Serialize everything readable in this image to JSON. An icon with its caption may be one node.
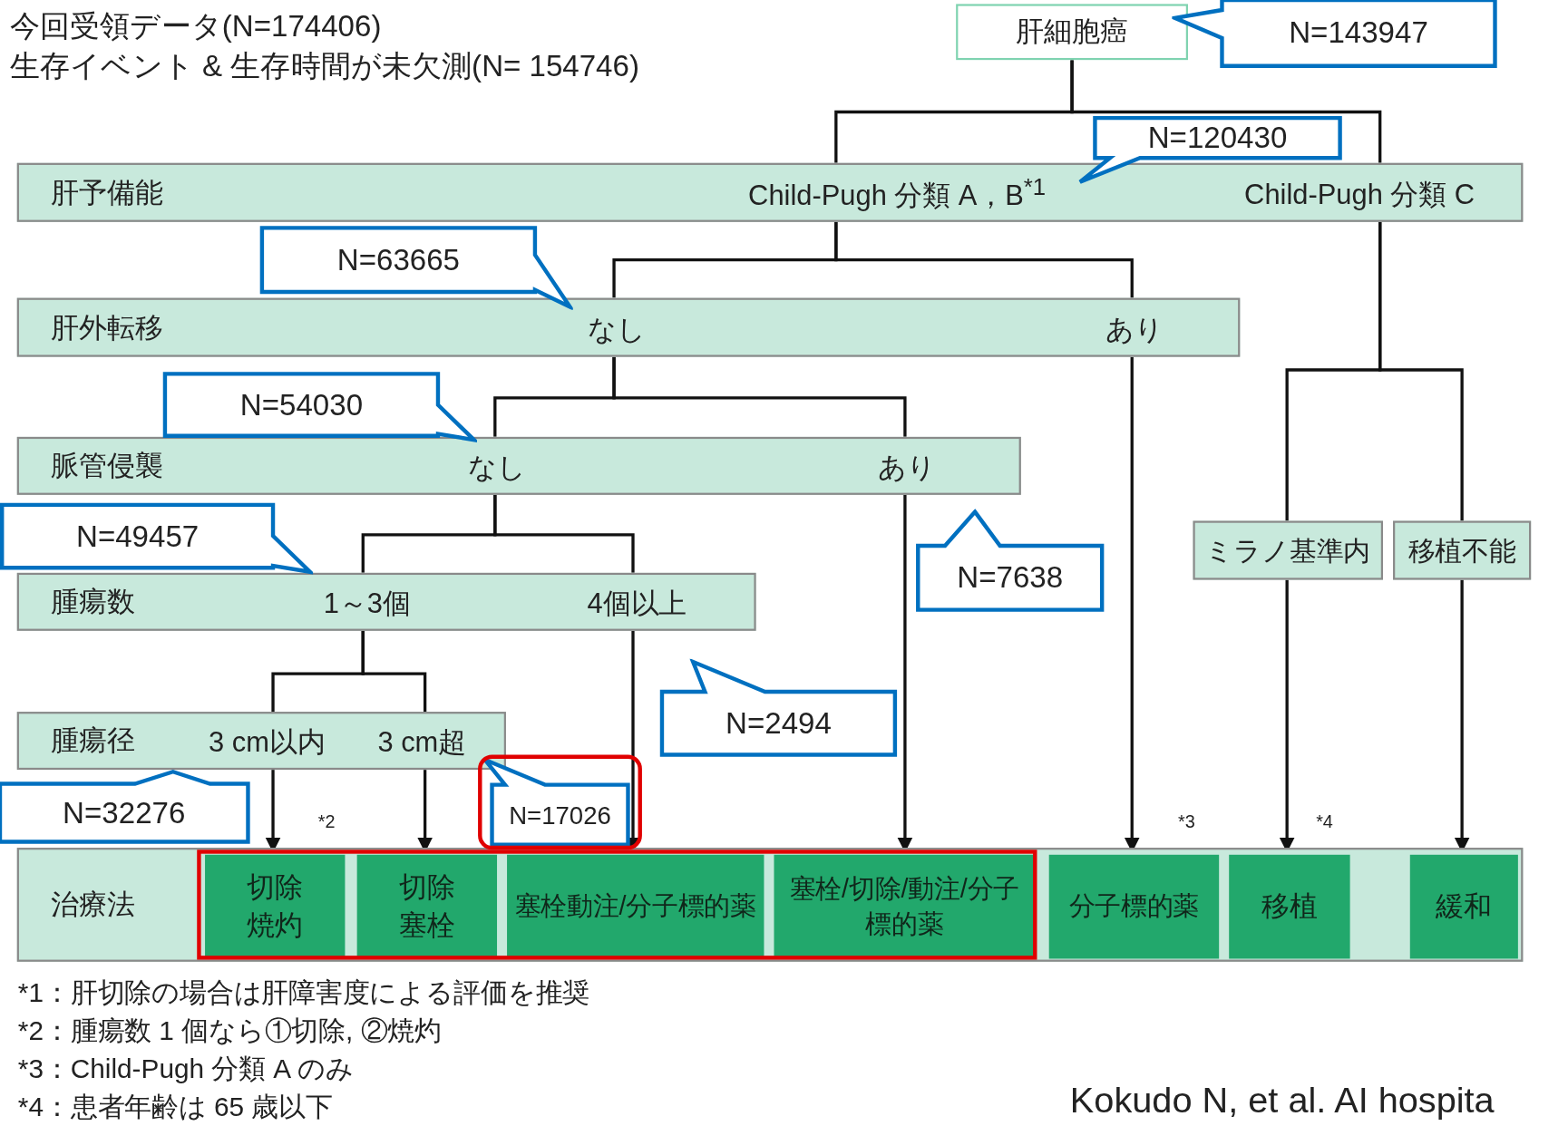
{
  "diagram": {
    "nodes": [
      {
        "text": [
          "肝細胞癌"
        ]
      },
      {
        "text": [
          "N=143947"
        ]
      },
      {
        "text": [
          "N=120430"
        ]
      },
      {
        "text": [
          "肝予備能"
        ]
      },
      {
        "text": [
          "Child-Pugh 分類 A，B$^{*1}$"
        ],
        "in": 3
      },
      {
        "text": [
          "Child-Pugh 分類 C"
        ],
        "in": 3
      },
      {
        "text": [
          "N=63665"
        ]
      },
      {
        "text": [
          "肝外転移"
        ]
      },
      {
        "text": [
          "なし"
        ],
        "in": 7
      },
      {
        "text": [
          "あり"
        ],
        "in": 7
      },
      {
        "text": [
          "N=54030"
        ]
      },
      {
        "text": [
          "脈管侵襲"
        ]
      },
      {
        "text": [
          "なし"
        ],
        "in": 11
      },
      {
        "text": [
          "あり"
        ],
        "in": 11
      },
      {
        "text": [
          "N=49457"
        ]
      },
      {
        "text": [
          "腫瘍数"
        ]
      },
      {
        "text": [
          "1～3個"
        ],
        "in": 15
      },
      {
        "text": [
          "4個以上"
        ],
        "in": 15
      },
      {
        "text": [
          "N=7638"
        ]
      },
      {
        "text": [
          "ミラノ基準内"
        ]
      },
      {
        "text": [
          "移植不能"
        ]
      },
      {
        "text": [
          "N=2494"
        ]
      },
      {
        "text": [
          "腫瘍径"
        ]
      },
      {
        "text": [
          "3 cm以内"
        ],
        "in": 22
      },
      {
        "text": [
          "3 cm超"
        ],
        "in": 22
      },
      {
        "text": [
          "N=32276"
        ]
      },
      {
        "text": [
          "N=17026"
        ]
      },
      {
        "text": [
          "治療法"
        ]
      },
      {
        "text": [
          "切除焼灼"
        ],
        "in": 27,
        "beside": [
          "*2"
        ]
      },
      {
        "text": [
          "切除塞栓"
        ],
        "in": 27
      },
      {
        "text": [
          "塞栓動注/分子標的薬"
        ],
        "in": 27
      },
      {
        "text": [
          "塞栓/切除/動注/分子標的薬"
        ],
        "in": 27
      },
      {
        "text": [
          "分子標的薬"
        ],
        "in": 27,
        "beside": [
          "*3"
        ]
      },
      {
        "text": [
          "移植"
        ],
        "in": 27,
        "beside": [
          "*4"
        ]
      },
      {
        "text": [
          "緩和"
        ],
        "in": 27
      }
    ],
    "edges": [
      {
        "from": 0,
        "to": 4,
        "arrow": "none"
      },
      {
        "from": 0,
        "to": 5,
        "arrow": "none"
      },
      {
        "from": 4,
        "to": 8,
        "arrow": "none"
      },
      {
        "from": 4,
        "to": 9,
        "arrow": "none"
      },
      {
        "from": 8,
        "to": 12,
        "arrow": "none"
      },
      {
        "from": 8,
        "to": 13,
        "arrow": "none"
      },
      {
        "from": 12,
        "to": 16,
        "arrow": "none"
      },
      {
        "from": 12,
        "to": 17,
        "arrow": "none"
      },
      {
        "from": 16,
        "to": 23,
        "arrow": "none"
      },
      {
        "from": 16,
        "to": 24,
        "arrow": "none"
      },
      {
        "from": 23,
        "to": 28,
        "arrow": "to"
      },
      {
        "from": 24,
        "to": 29,
        "arrow": "to"
      },
      {
        "from": 17,
        "to": 30,
        "arrow": "to"
      },
      {
        "from": 13,
        "to": 31,
        "arrow": "to"
      },
      {
        "from": 9,
        "to": 32,
        "arrow": "to"
      },
      {
        "from": 5,
        "to": 19,
        "arrow": "none"
      },
      {
        "from": 5,
        "to": 20,
        "arrow": "none"
      },
      {
        "from": 19,
        "to": 33,
        "arrow": "to"
      },
      {
        "from": 20,
        "to": 34,
        "arrow": "to"
      }
    ],
    "labels": [
      "今回受領データ(N=174406)",
      "生存イベント & 生存時間が未欠測(N= 154746)",
      "*1：肝切除の場合は肝障害度による評価を推奨",
      "*2：腫瘍数 1 個なら①切除, ②焼灼",
      "*3：Child-Pugh 分類 A のみ",
      "*4：患者年齢は 65 歳以下",
      "Kokudo N, et al. AI hospita"
    ]
  }
}
